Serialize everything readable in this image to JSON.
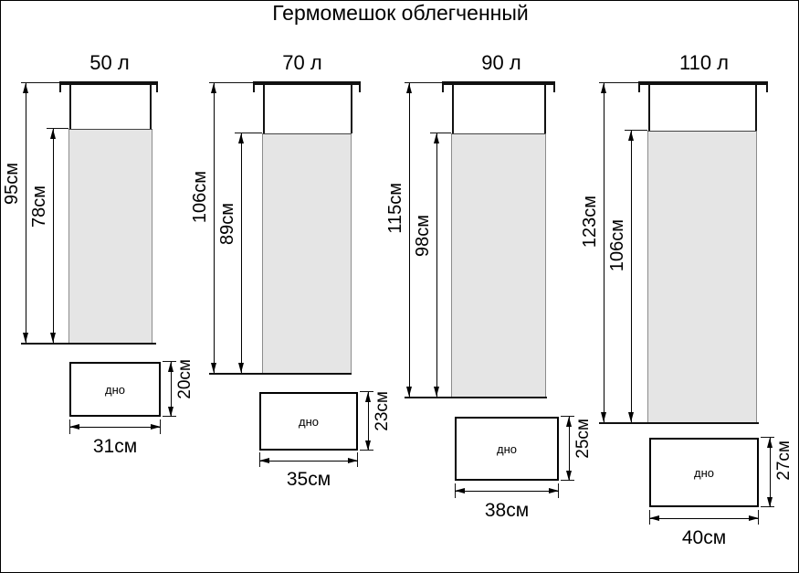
{
  "title": "Гермомешок облегченный",
  "bags": [
    {
      "volume": "50 л",
      "total_height": "95см",
      "body_height": "78см",
      "bottom_label": "дно",
      "bottom_width": "31см",
      "bottom_depth": "20см"
    },
    {
      "volume": "70 л",
      "total_height": "106см",
      "body_height": "89см",
      "bottom_label": "дно",
      "bottom_width": "35см",
      "bottom_depth": "23см"
    },
    {
      "volume": "90 л",
      "total_height": "115см",
      "body_height": "98см",
      "bottom_label": "дно",
      "bottom_width": "38см",
      "bottom_depth": "25см"
    },
    {
      "volume": "110 л",
      "total_height": "123см",
      "body_height": "106см",
      "bottom_label": "дно",
      "bottom_width": "40см",
      "bottom_depth": "27см"
    }
  ]
}
